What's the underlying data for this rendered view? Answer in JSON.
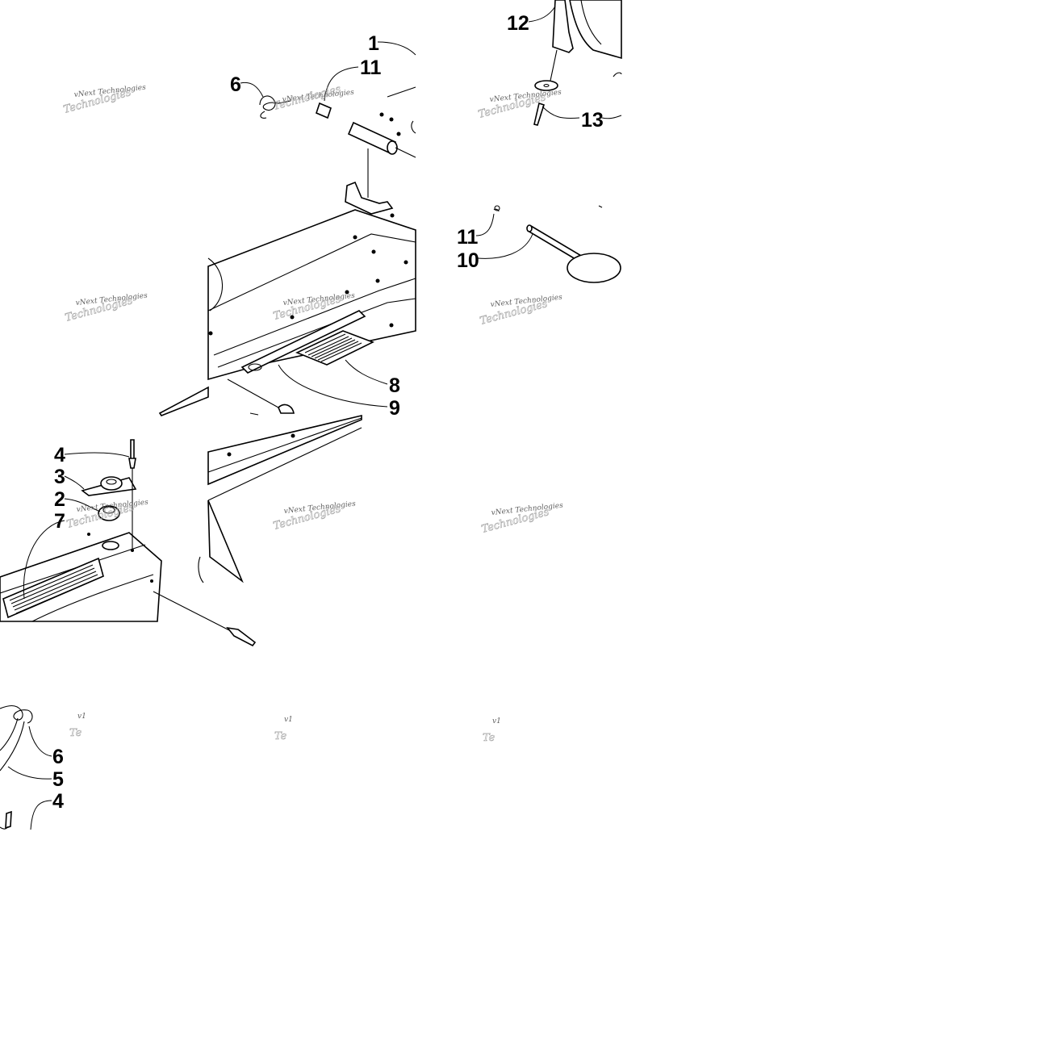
{
  "diagram": {
    "callouts": [
      {
        "id": "c1",
        "text": "1"
      },
      {
        "id": "c11a",
        "text": "11"
      },
      {
        "id": "c6a",
        "text": "6"
      },
      {
        "id": "c12",
        "text": "12"
      },
      {
        "id": "c13",
        "text": "13"
      },
      {
        "id": "c11b",
        "text": "11"
      },
      {
        "id": "c10",
        "text": "10"
      },
      {
        "id": "c8",
        "text": "8"
      },
      {
        "id": "c9",
        "text": "9"
      },
      {
        "id": "c4a",
        "text": "4"
      },
      {
        "id": "c3",
        "text": "3"
      },
      {
        "id": "c2",
        "text": "2"
      },
      {
        "id": "c7",
        "text": "7"
      },
      {
        "id": "c6b",
        "text": "6"
      },
      {
        "id": "c5",
        "text": "5"
      },
      {
        "id": "c4b",
        "text": "4"
      }
    ],
    "watermark": {
      "line1": "vNext Technologies",
      "line2": "Technologies",
      "short": "v1",
      "short2": "Te"
    }
  }
}
